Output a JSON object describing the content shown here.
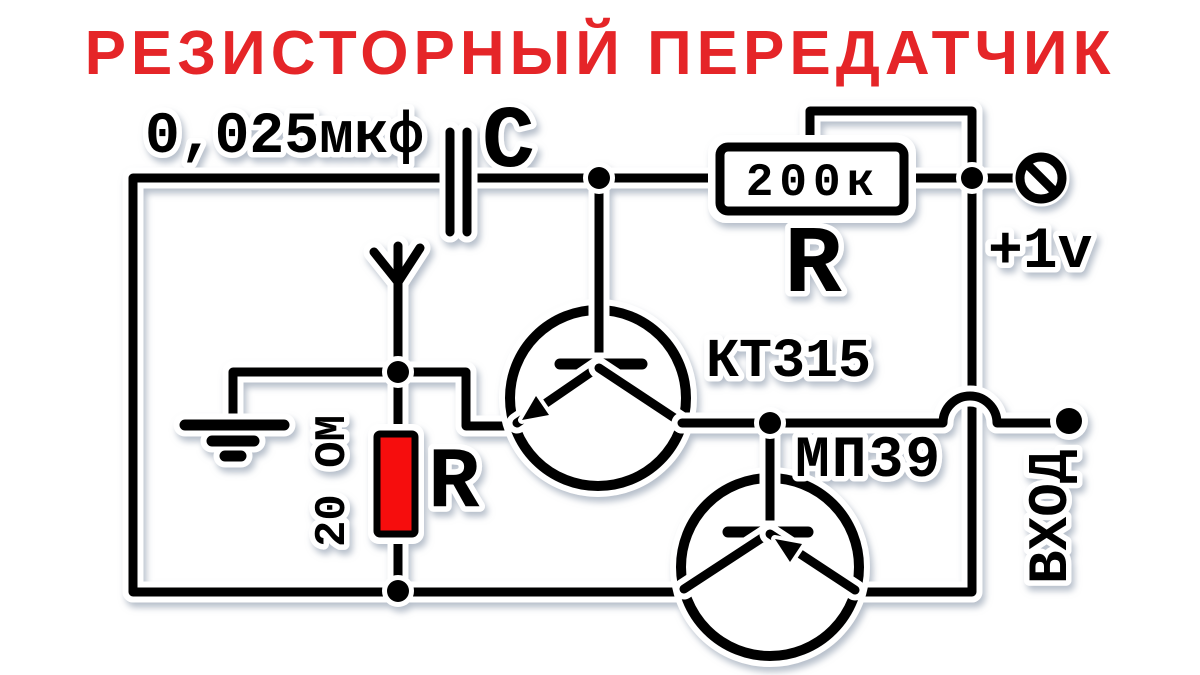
{
  "title": {
    "text": "РЕЗИСТОРНЫЙ ПЕРЕДАТЧИК"
  },
  "colors": {
    "title_red": "#e52528",
    "resistor_red": "#f60909",
    "ink": "#000000",
    "paper": "#ffffff"
  },
  "components": {
    "capacitor": {
      "value": "0,025мкф",
      "name": "C"
    },
    "feedback_resistor": {
      "value": "200к",
      "name": "R"
    },
    "transistor_top": {
      "model": "КТ315"
    },
    "transistor_bottom": {
      "model": "МП39"
    },
    "emitter_resistor": {
      "value": "20 ОМ",
      "name": "R"
    },
    "supply": {
      "label": "+1v"
    },
    "input": {
      "label": "ВХОД"
    }
  },
  "icons": {
    "supply_terminal": "circle-with-slash",
    "input_terminal": "filled-dot",
    "ground": "three-bar-ground",
    "antenna": "trident-antenna"
  }
}
